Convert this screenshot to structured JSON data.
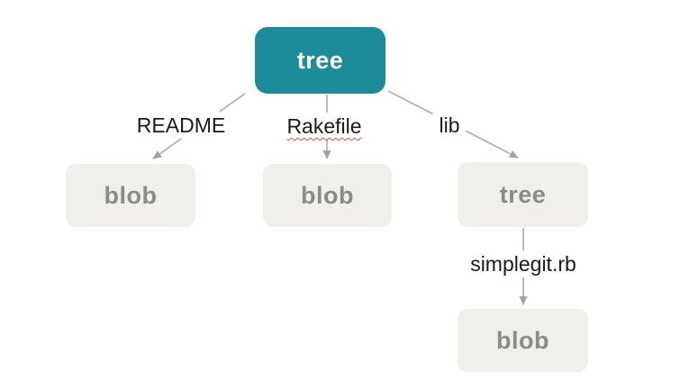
{
  "diagram": {
    "description": "Git tree object diagram: root tree pointing to two blobs and a subtree, which points to another blob",
    "colors": {
      "background": "#ffffff",
      "root_node_fill": "#1c8c9a",
      "root_node_text": "#ffffff",
      "child_node_fill": "#f0efeb",
      "child_node_text": "#8c8c85",
      "edge_stroke": "#b3b3b3",
      "arrowhead_fill": "#a3a3a3",
      "edge_label_text": "#1b1b1b",
      "spellcheck_squiggle": "#e0544a"
    },
    "nodes": [
      {
        "id": "tree-root",
        "label": "tree",
        "kind": "tree"
      },
      {
        "id": "blob-readme",
        "label": "blob",
        "kind": "blob"
      },
      {
        "id": "blob-rakefile",
        "label": "blob",
        "kind": "blob"
      },
      {
        "id": "tree-lib",
        "label": "tree",
        "kind": "tree"
      },
      {
        "id": "blob-simplegit",
        "label": "blob",
        "kind": "blob"
      }
    ],
    "edges": [
      {
        "from": "tree-root",
        "to": "blob-readme",
        "label": "README"
      },
      {
        "from": "tree-root",
        "to": "blob-rakefile",
        "label": "Rakefile",
        "spellcheck_underline": true
      },
      {
        "from": "tree-root",
        "to": "tree-lib",
        "label": "lib"
      },
      {
        "from": "tree-lib",
        "to": "blob-simplegit",
        "label": "simplegit.rb"
      }
    ]
  }
}
